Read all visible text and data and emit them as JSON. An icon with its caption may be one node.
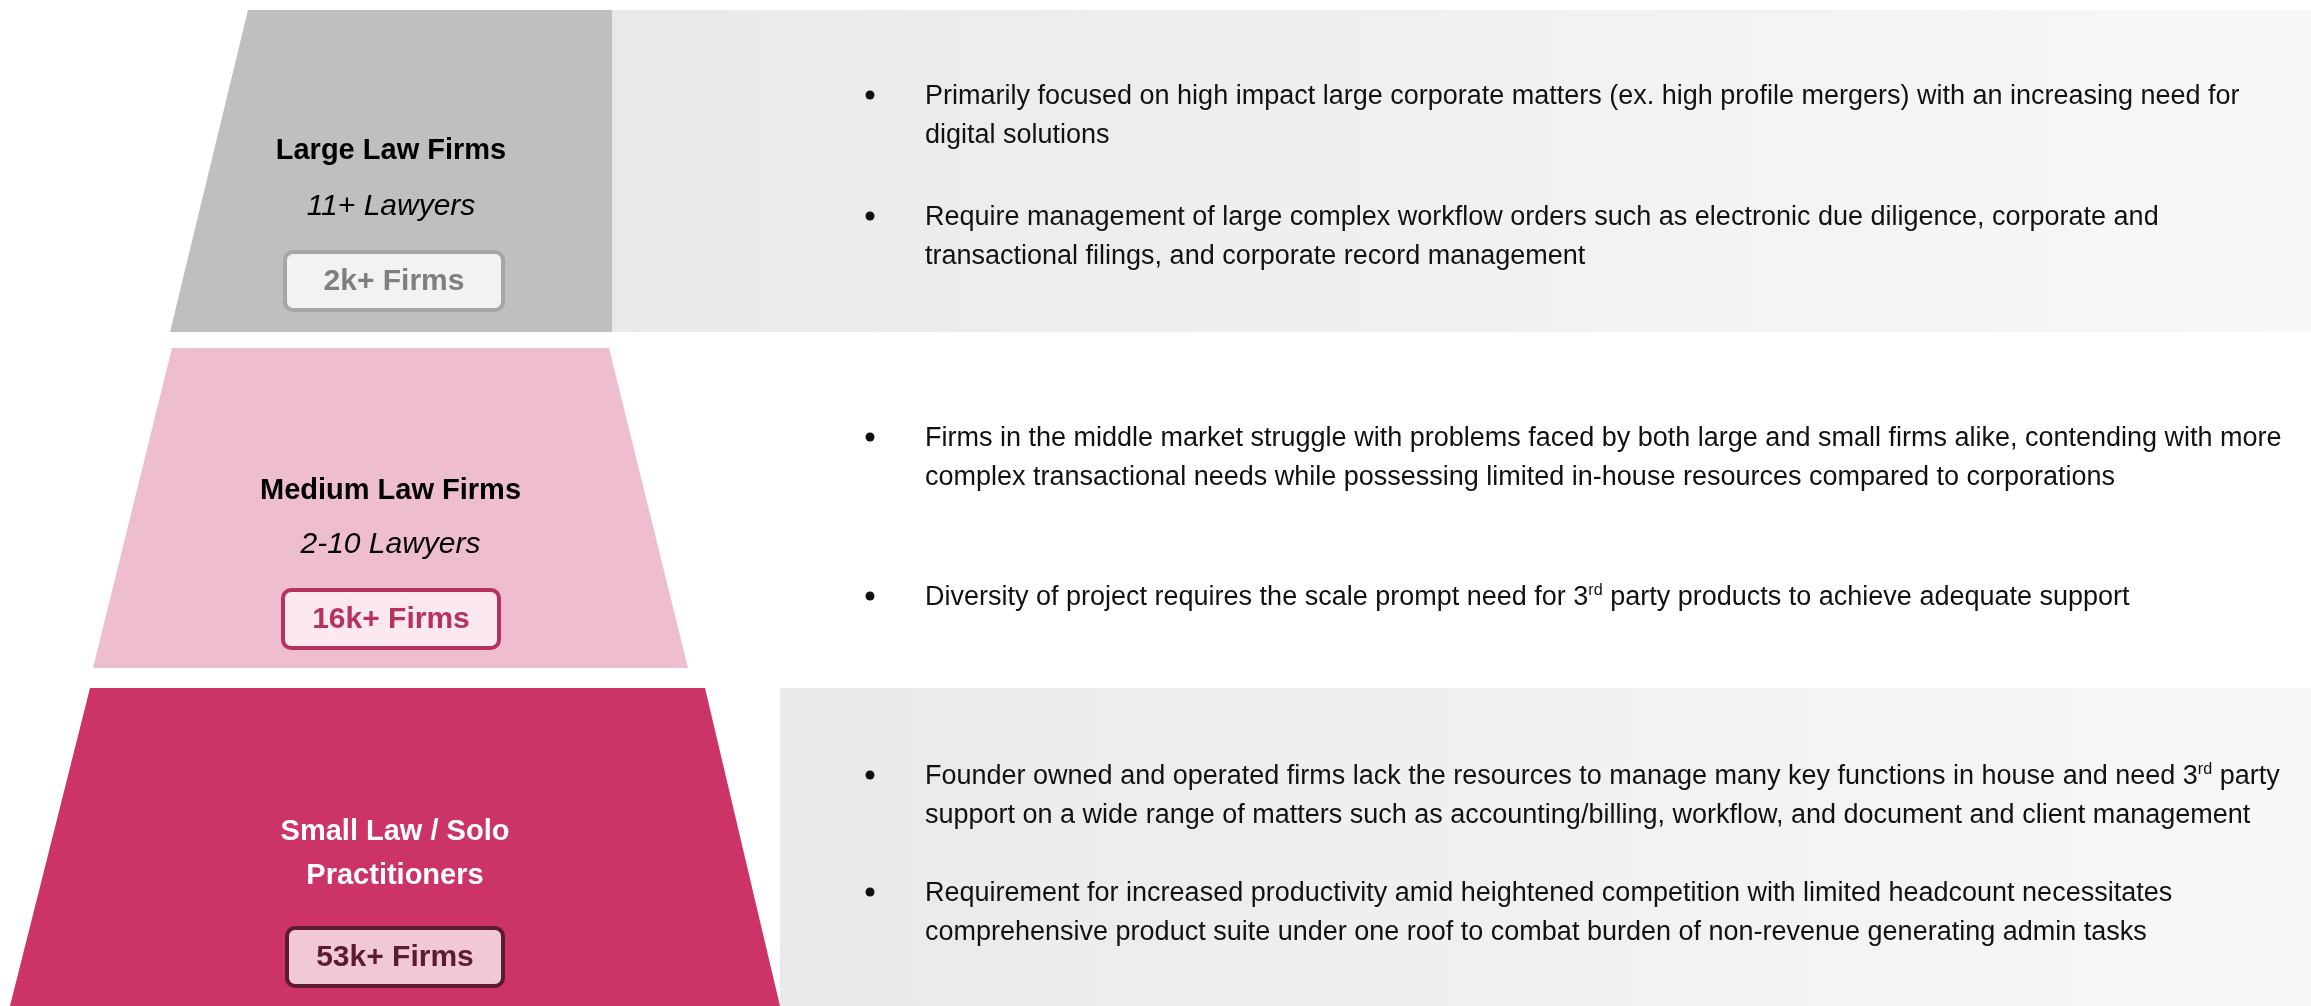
{
  "diagram": {
    "nodes": [
      {
        "text": [
          "Large Law Firms",
          "11+ Lawyers"
        ]
      },
      {
        "text": [
          "2k+ Firms"
        ],
        "in": 0
      },
      {
        "text": [
          "Primarily focused on high impact large corporate matters (ex. high profile mergers) with an increasing need for digital solutions",
          "Require management of large complex workflow orders such as electronic due diligence, corporate and transactional filings, and corporate record management"
        ]
      },
      {
        "text": [
          "Medium Law Firms",
          "2-10 Lawyers"
        ]
      },
      {
        "text": [
          "16k+ Firms"
        ],
        "in": 3
      },
      {
        "text": [
          "Small Law / Solo Practitioners"
        ]
      },
      {
        "text": [
          "53k+ Firms"
        ],
        "in": 5
      },
      {
        "text": [
          "Founder owned and operated firms lack the resources to manage many key functions in house and need 3$^{rd}$ party support on a wide range of matters such as accounting/billing, workflow, and document and client management",
          "Requirement for increased productivity amid heightened competition with limited headcount necessitates comprehensive product suite under one roof to combat burden of non-revenue generating admin tasks"
        ]
      }
    ],
    "labels": [
      "Firms in the middle market struggle with problems faced by both large and small firms alike, contending with more complex transactional needs while possessing limited in-house resources compared to corporations",
      "Diversity of project requires the scale prompt need for 3$^{rd}$ party products to achieve adequate support"
    ]
  }
}
